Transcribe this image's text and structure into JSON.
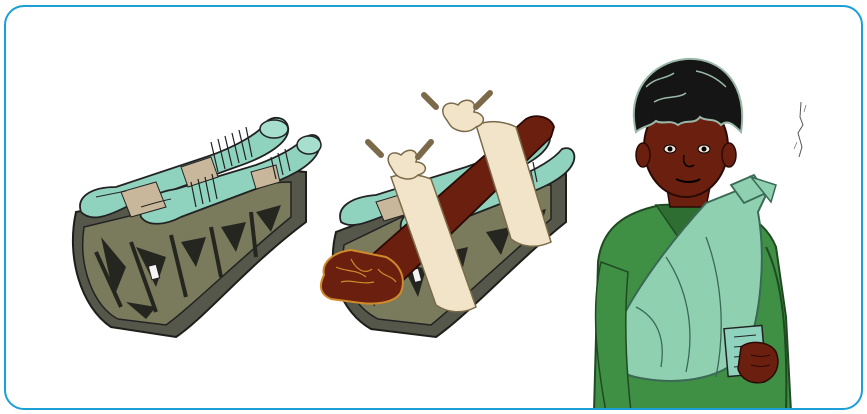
{
  "panels": [
    {
      "id": "splint",
      "icon": "rolled-newspaper-splint-icon"
    },
    {
      "id": "splinted-arm",
      "icon": "arm-tied-to-splint-icon"
    },
    {
      "id": "child-sling",
      "icon": "child-with-arm-sling-icon"
    }
  ],
  "colors": {
    "frame_border": "#1a9fd6",
    "splint_dark": "#4a4a42",
    "splint_olive": "#6b6a50",
    "paper_mint": "#8fd3bf",
    "paper_tan": "#c8b79a",
    "skin": "#6b1f0f",
    "skin_light": "#8a2a14",
    "cloth_strip": "#f2e4c8",
    "shirt_green": "#3f8f45",
    "sling_mint": "#8fd0b0",
    "hair": "#151515"
  }
}
